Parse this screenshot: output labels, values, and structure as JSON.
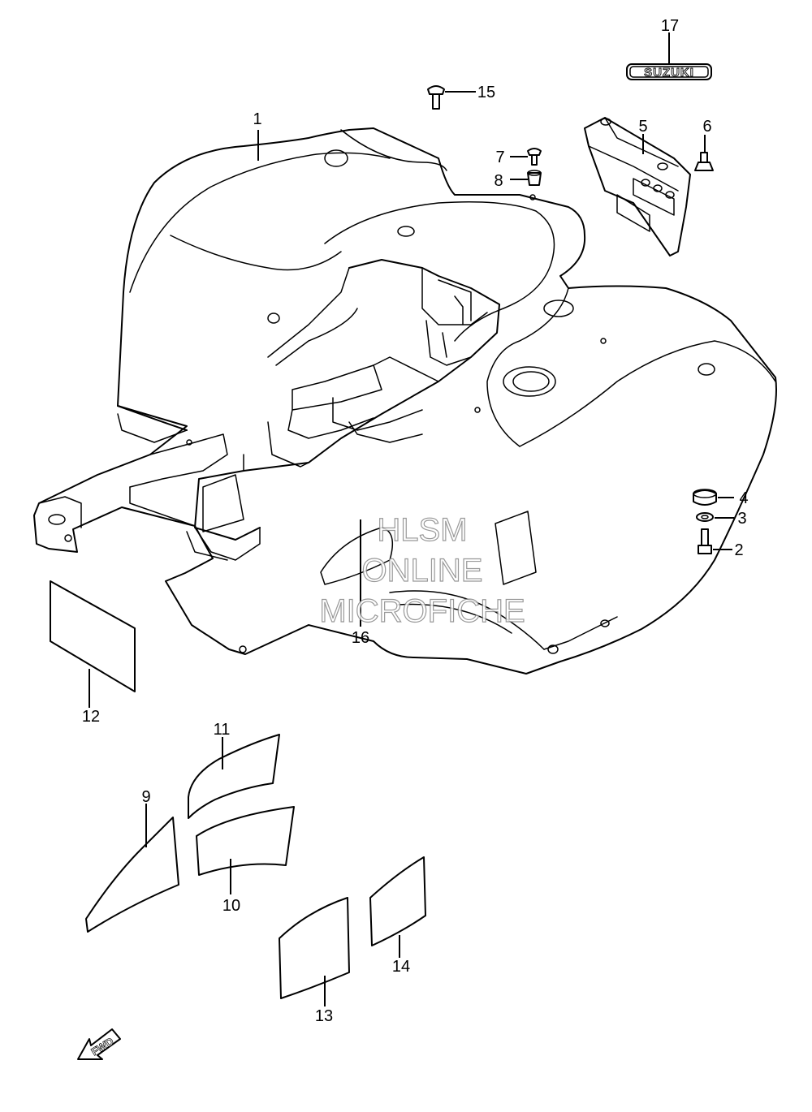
{
  "callouts": {
    "c1": "1",
    "c2": "2",
    "c3": "3",
    "c4": "4",
    "c5": "5",
    "c6": "6",
    "c7": "7",
    "c8": "8",
    "c9": "9",
    "c10": "10",
    "c11": "11",
    "c12": "12",
    "c13": "13",
    "c14": "14",
    "c15": "15",
    "c16": "16",
    "c17": "17"
  },
  "emblem": {
    "text": "SUZUKI"
  },
  "direction": {
    "text": "FWD"
  },
  "watermark": {
    "line1": "HLSM",
    "line2": "ONLINE",
    "line3": "MICROFICHE"
  }
}
